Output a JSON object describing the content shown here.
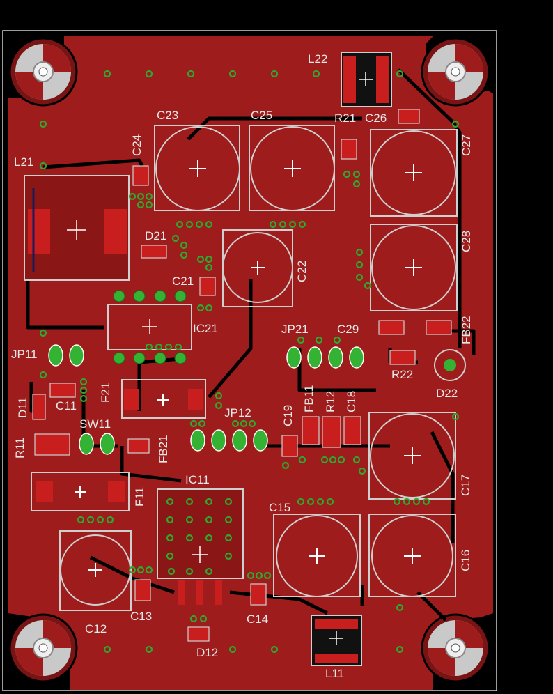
{
  "board": {
    "colors": {
      "background": "#000000",
      "copper": "#9e1c1c",
      "copper_dark": "#7a1414",
      "trace_outline": "#000000",
      "silkscreen": "#bdbdbd",
      "via": "#2ea82e",
      "pad_green": "#34b234",
      "pad_red": "#c81e1e",
      "outline": "#cfcfcf"
    }
  },
  "labels": {
    "L22": "L22",
    "R21": "R21",
    "C26": "C26",
    "C23": "C23",
    "C25": "C25",
    "C24": "C24",
    "C27": "C27",
    "L21": "L21",
    "D21": "D21",
    "C28": "C28",
    "C22": "C22",
    "C21": "C21",
    "IC21": "IC21",
    "JP21": "JP21",
    "C29": "C29",
    "FB22": "FB22",
    "JP11": "JP11",
    "R22": "R22",
    "D22": "D22",
    "C11": "C11",
    "F21": "F21",
    "D11": "D11",
    "JP12": "JP12",
    "C19": "C19",
    "FB11": "FB11",
    "R12": "R12",
    "C18": "C18",
    "R11": "R11",
    "SW11": "SW11",
    "FB21": "FB21",
    "C17": "C17",
    "IC11": "IC11",
    "F11": "F11",
    "C15": "C15",
    "C16": "C16",
    "C12": "C12",
    "C13": "C13",
    "C14": "C14",
    "D12": "D12",
    "L11": "L11"
  }
}
